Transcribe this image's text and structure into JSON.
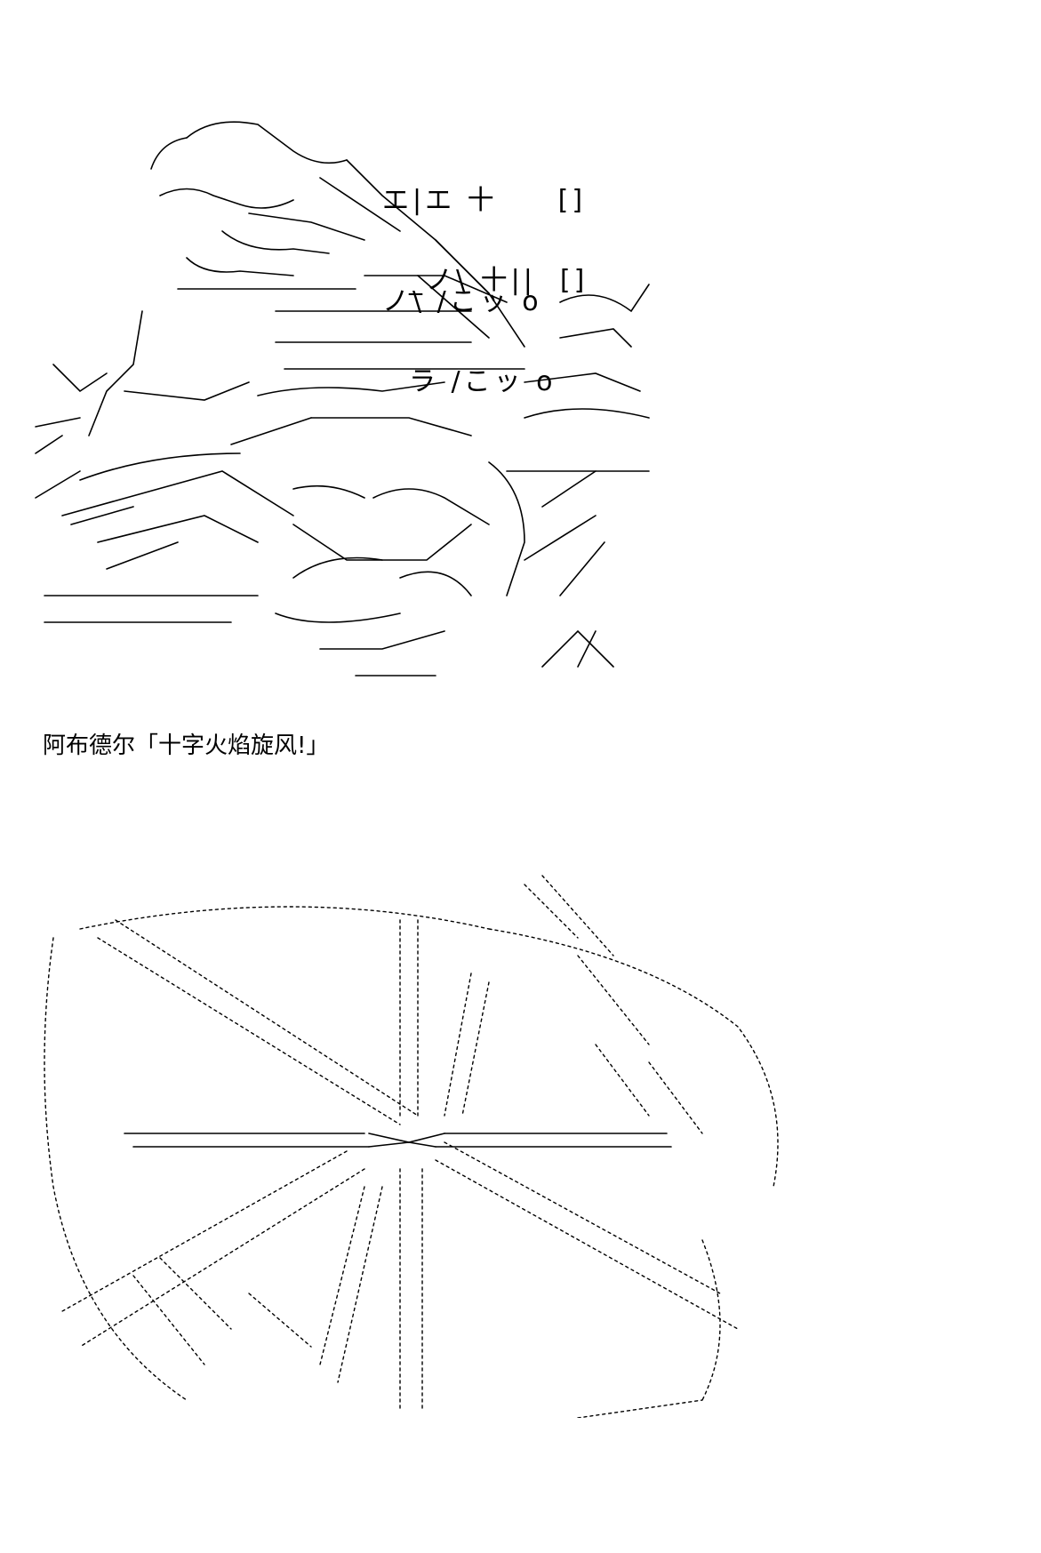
{
  "caption": "阿布德尔「十字火焰旋风!」",
  "sfx_upper": [
    "エ|エ 十　　[]",
    "ノ\\ /こッ o"
  ],
  "sfx_lower": [
    "_ノ\\ 十||  []",
    "ラ /こッ o"
  ],
  "colors": {
    "background": "#ffffff",
    "ink": "#000000"
  }
}
